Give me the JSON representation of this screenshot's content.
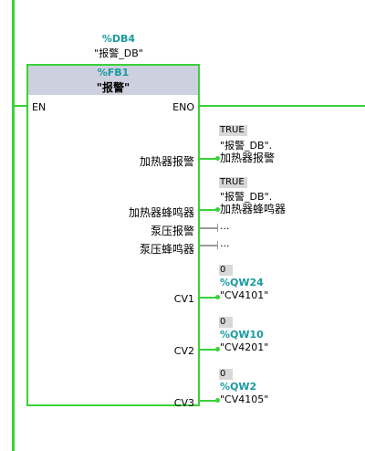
{
  "colors": {
    "wire": "#3ad13a",
    "address": "#1a9aa0",
    "block_border": "#3ad13a",
    "header_bg": "#cdd0de",
    "value_bg": "#d8d8d8",
    "stub_grey": "#9a9a9a"
  },
  "instance_db": {
    "address": "%DB4",
    "name": "\"报警_DB\""
  },
  "block": {
    "address": "%FB1",
    "name": "\"报警\"",
    "en": "EN",
    "eno": "ENO"
  },
  "inputs": [
    {
      "pin": "加热器报警",
      "value": "TRUE",
      "operand_line1": "\"报警_DB\".",
      "operand_line2": "加热器报警"
    },
    {
      "pin": "加热器蜂鸣器",
      "value": "TRUE",
      "operand_line1": "\"报警_DB\".",
      "operand_line2": "加热器蜂鸣器"
    },
    {
      "pin": "泵压报警",
      "operand": "..."
    },
    {
      "pin": "泵压蜂鸣器",
      "operand": "..."
    }
  ],
  "outputs": [
    {
      "pin": "CV1",
      "value": "0",
      "address": "%QW24",
      "name": "\"CV4101\""
    },
    {
      "pin": "CV2",
      "value": "0",
      "address": "%QW10",
      "name": "\"CV4201\""
    },
    {
      "pin": "CV3",
      "value": "0",
      "address": "%QW2",
      "name": "\"CV4105\""
    }
  ]
}
